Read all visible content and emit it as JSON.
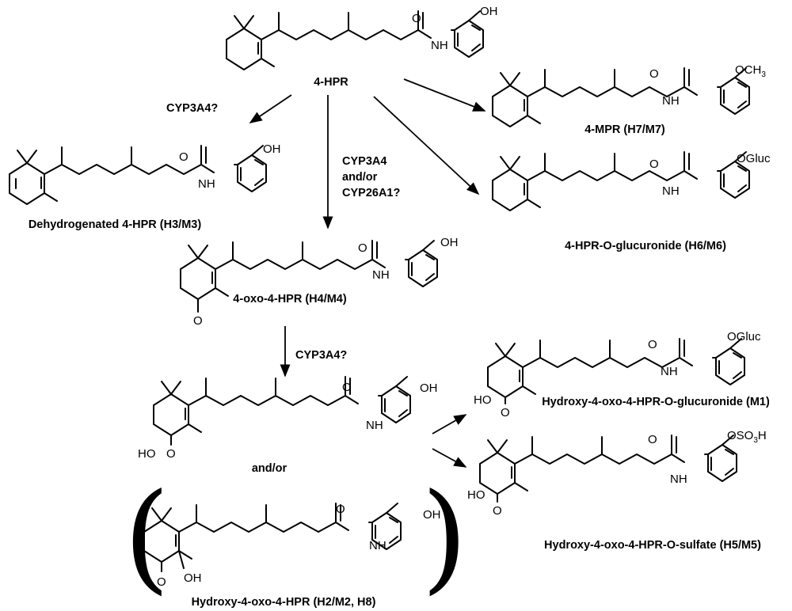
{
  "labels": {
    "hpr": "4-HPR",
    "mpr": "4-MPR (H7/M7)",
    "glucuronide": "4-HPR-O-glucuronide (H6/M6)",
    "dehydro": "Dehydrogenated 4-HPR (H3/M3)",
    "oxo": "4-oxo-4-HPR (H4/M4)",
    "hydroxy_oxo": "Hydroxy-4-oxo-4-HPR (H2/M2, H8)",
    "hydroxy_oxo_gluc": "Hydroxy-4-oxo-4-HPR-O-glucuronide (M1)",
    "hydroxy_oxo_sulfate": "Hydroxy-4-oxo-4-HPR-O-sulfate (H5/M5)",
    "and_or": "and/or"
  },
  "enzymes": {
    "left": "CYP3A4?",
    "middle_1": "CYP3A4",
    "middle_2": "and/or",
    "middle_3": "CYP26A1?",
    "lower": "CYP3A4?"
  },
  "atoms": {
    "oh": "OH",
    "o": "O",
    "nh": "NH",
    "ho": "HO",
    "ocgluc": "OGluc",
    "och3_main": "OCH",
    "och3_sub": "3",
    "oso3h_main": "OSO",
    "oso3h_sub": "3",
    "oso3h_tail": "H"
  }
}
